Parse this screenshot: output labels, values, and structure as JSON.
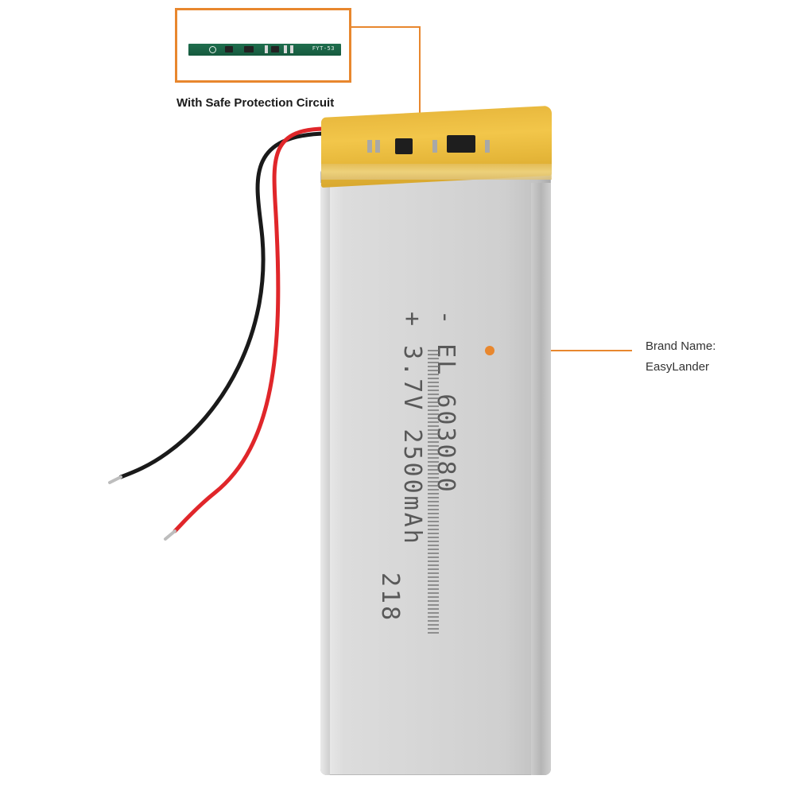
{
  "callout": {
    "protection_label": "With Safe Protection Circuit",
    "pcb_marking": "FYT-53",
    "brand_line1": "Brand Name:",
    "brand_line2": "EasyLander"
  },
  "battery": {
    "print_line1": "- EL 603080",
    "print_line2": "+ 3.7V 2500mAh",
    "print_line3": "218"
  },
  "colors": {
    "accent": "#e8872e",
    "kapton": "#f2c64a",
    "wire_red": "#e0262a",
    "wire_black": "#1a1a1a"
  },
  "icons": {
    "pcb": "pcb-board-icon",
    "leader_dot": "leader-dot-icon"
  }
}
